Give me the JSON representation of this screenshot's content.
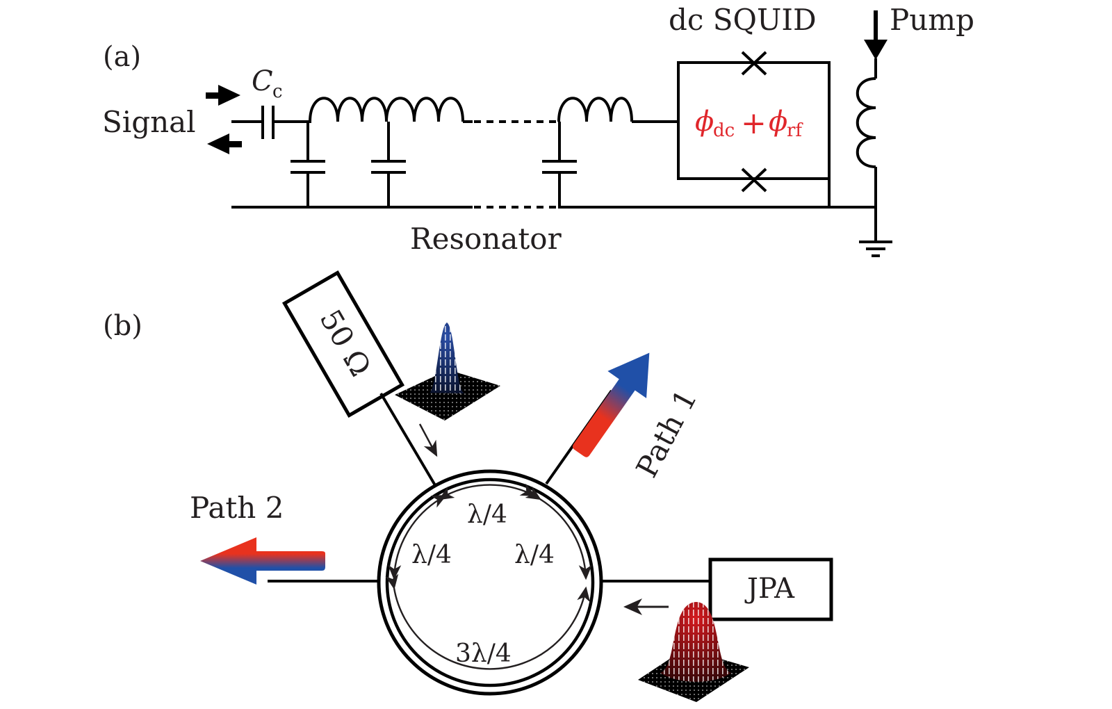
{
  "panel_a": {
    "label": "(a)",
    "signal_label": "Signal",
    "coupling_cap_label": "C",
    "coupling_cap_sub": "c",
    "squid_label": "dc SQUID",
    "pump_label": "Pump",
    "resonator_label": "Resonator",
    "flux_main_1": "ϕ",
    "flux_sub_1": "dc",
    "flux_plus": "+",
    "flux_main_2": "ϕ",
    "flux_sub_2": "rf",
    "flux_color": "#e0262b"
  },
  "panel_b": {
    "label": "(b)",
    "load_label": "50 Ω",
    "jpa_label": "JPA",
    "path1_label": "Path 1",
    "path2_label": "Path 2",
    "arc_top": "λ/4",
    "arc_left": "λ/4",
    "arc_right": "λ/4",
    "arc_bottom": "3λ/4",
    "gaussian_input_color": "#2b4fa8",
    "gaussian_signal_color": "#c0161b",
    "gradient_red": "#e8321e",
    "gradient_blue": "#2050a8"
  }
}
